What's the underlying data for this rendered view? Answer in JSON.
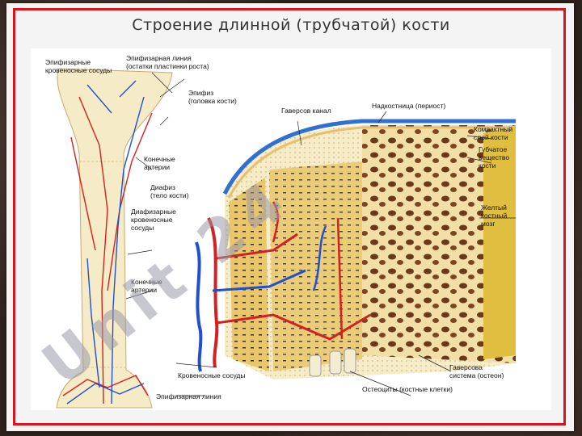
{
  "slide": {
    "title": "Строение длинной (трубчатой) кости",
    "watermark": "Unit 24",
    "colors": {
      "frame": "#d8141c",
      "artery": "#d42020",
      "vein": "#2050d0",
      "bone": "#f3e6b8",
      "marrow": "#e8c060"
    }
  },
  "labels": {
    "epiphyseal_vessels": [
      "Эпифизарные",
      "кровеносные сосуды"
    ],
    "epiphyseal_line_top": [
      "Эпифизарная линия",
      "(остатки пластинки роста)"
    ],
    "epiphysis": [
      "Эпифиз",
      "(головка кости)"
    ],
    "end_arteries_1": [
      "Конечные",
      "артерии"
    ],
    "diaphysis": [
      "Диафиз",
      "(тело кости)"
    ],
    "diaphyseal_vessels": [
      "Диафизарные",
      "кровеносные",
      "сосуды"
    ],
    "end_arteries_2": [
      "Конечные",
      "артерии"
    ],
    "blood_vessels": "Кровеносные сосуды",
    "epiphyseal_line_bottom": "Эпифизарная линия",
    "haversian_canal": "Гаверсов канал",
    "periosteum": "Надкостница (периост)",
    "compact_layer": [
      "Компактный",
      "слой кости"
    ],
    "spongy_substance": [
      "Губчатое",
      "вещество",
      "кости"
    ],
    "yellow_marrow": [
      "Желтый",
      "костный",
      "мозг"
    ],
    "haversian_system": [
      "Гаверсова",
      "система (остеон)"
    ],
    "osteocytes": "Остеоциты (костные клетки)"
  }
}
